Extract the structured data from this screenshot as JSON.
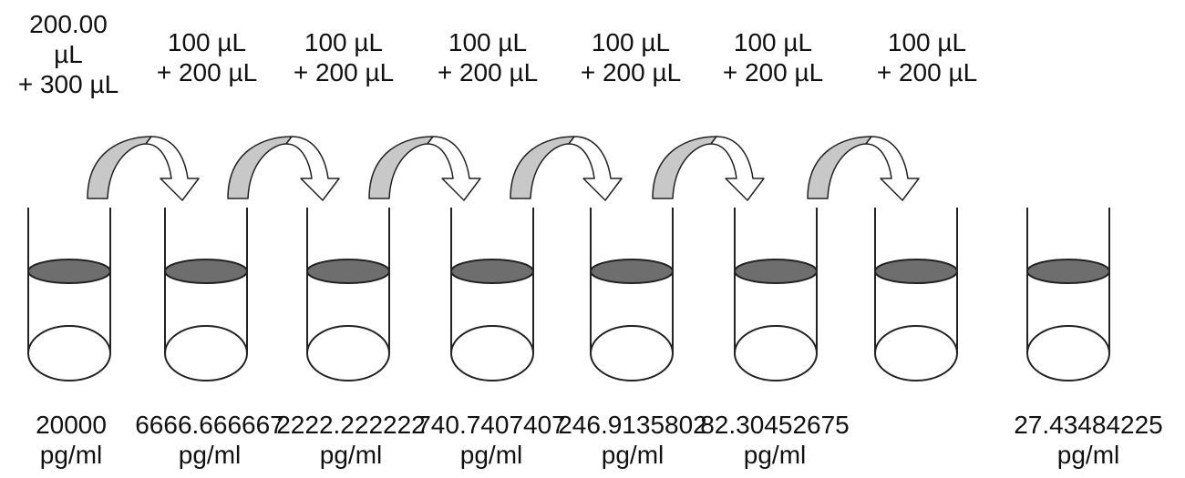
{
  "steps": [
    {
      "transfer": [
        "200.00",
        "µL",
        "+ 300 µL"
      ],
      "concentration": "20000",
      "unit": "pg/ml"
    },
    {
      "transfer": [
        "100 µL",
        "+ 200 µL"
      ],
      "concentration": "6666.666667",
      "unit": "pg/ml"
    },
    {
      "transfer": [
        "100 µL",
        "+ 200 µL"
      ],
      "concentration": "2222.222222",
      "unit": "pg/ml"
    },
    {
      "transfer": [
        "100 µL",
        "+ 200 µL"
      ],
      "concentration": "740.7407407",
      "unit": "pg/ml"
    },
    {
      "transfer": [
        "100 µL",
        "+ 200 µL"
      ],
      "concentration": "246.9135802",
      "unit": "pg/ml"
    },
    {
      "transfer": [
        "100 µL",
        "+ 200 µL"
      ],
      "concentration": "82.30452675",
      "unit": "pg/ml"
    },
    {
      "transfer": [
        "100 µL",
        "+ 200 µL"
      ],
      "concentration": "27.43484225",
      "unit": "pg/ml"
    }
  ],
  "colors": {
    "liquid": "#6e6e6e",
    "arrow_fill": "#c8c8c8",
    "stroke": "#222222"
  }
}
